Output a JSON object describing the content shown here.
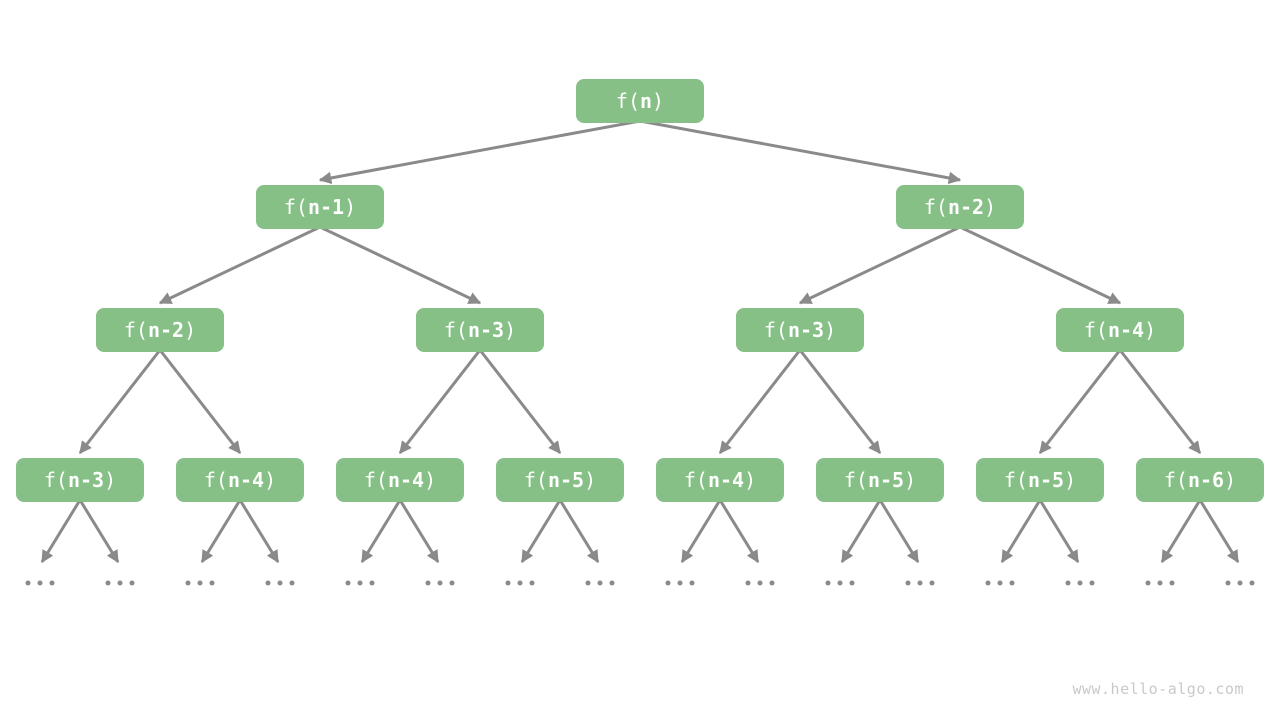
{
  "diagram": {
    "node_fill": "#86C086",
    "node_text_color": "#FFFFFF",
    "arrow_color": "#8A8A8A",
    "ellipsis": "...",
    "levels": [
      {
        "nodes": [
          "f(n)"
        ]
      },
      {
        "nodes": [
          "f(n-1)",
          "f(n-2)"
        ]
      },
      {
        "nodes": [
          "f(n-2)",
          "f(n-3)",
          "f(n-3)",
          "f(n-4)"
        ]
      },
      {
        "nodes": [
          "f(n-3)",
          "f(n-4)",
          "f(n-4)",
          "f(n-5)",
          "f(n-4)",
          "f(n-5)",
          "f(n-5)",
          "f(n-6)"
        ]
      }
    ],
    "ellipsis_count": 16
  },
  "watermark": {
    "text": "www.hello-algo.com",
    "color": "#C9C9C9"
  }
}
